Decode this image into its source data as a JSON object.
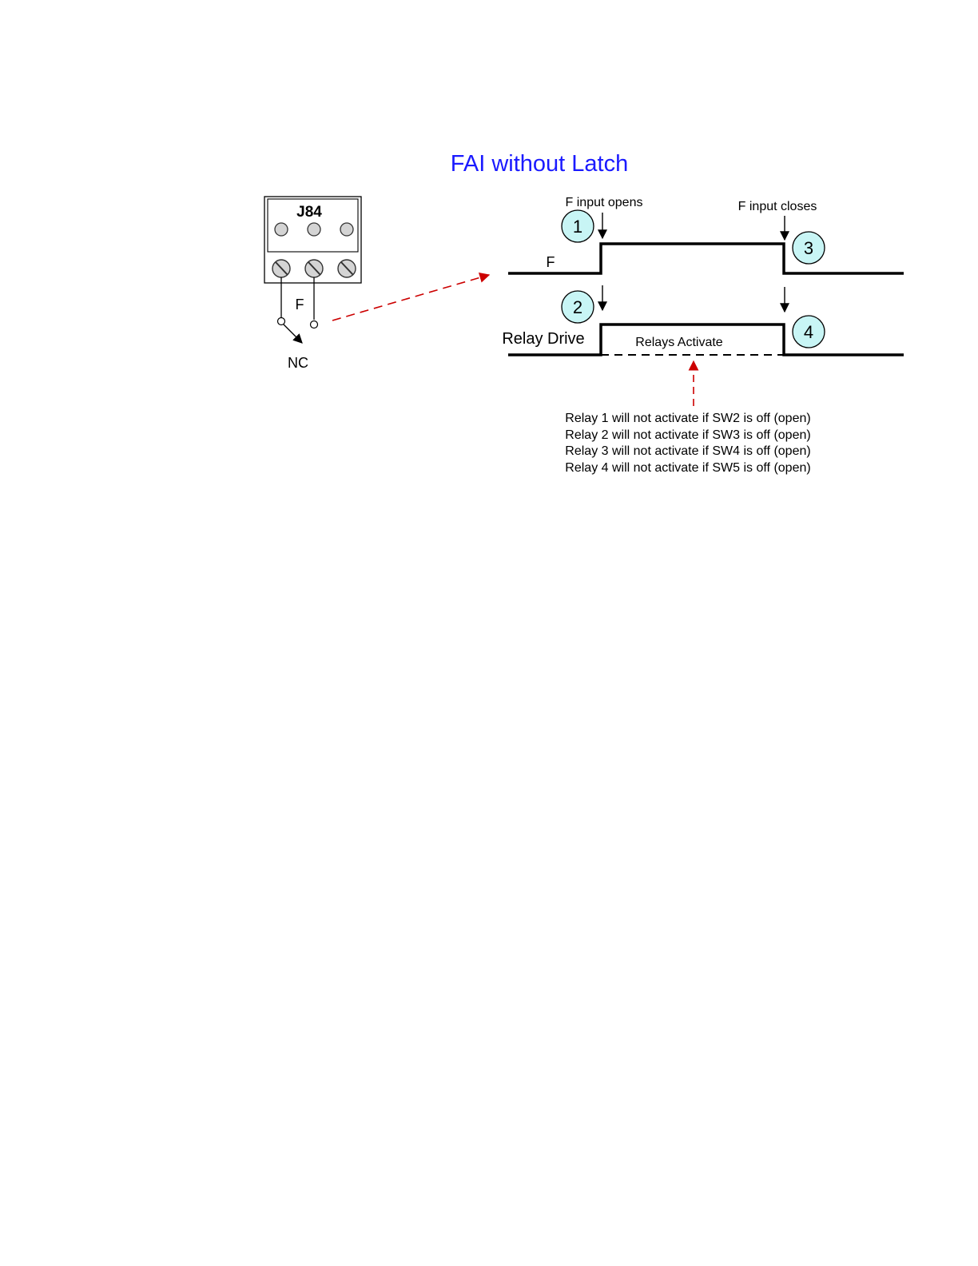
{
  "title": "FAI without Latch",
  "connector": {
    "label": "J84",
    "terminal_label": "F",
    "switch_label": "NC"
  },
  "timing": {
    "f_signal_label": "F",
    "relay_signal_label": "Relay Drive",
    "event_open_label": "F input opens",
    "event_close_label": "F input closes",
    "relays_activate_label": "Relays Activate",
    "steps": [
      "1",
      "2",
      "3",
      "4"
    ]
  },
  "notes": [
    "Relay 1 will not activate if SW2 is off (open)",
    "Relay 2 will not activate if SW3 is off (open)",
    "Relay 3 will not activate if SW4 is off (open)",
    "Relay 4 will not activate if SW5 is off (open)"
  ],
  "colors": {
    "title": "#1a1aff",
    "step_circle_fill": "#c8f5f5",
    "callout_arrow": "#cc0000",
    "signal_line": "#000000"
  }
}
